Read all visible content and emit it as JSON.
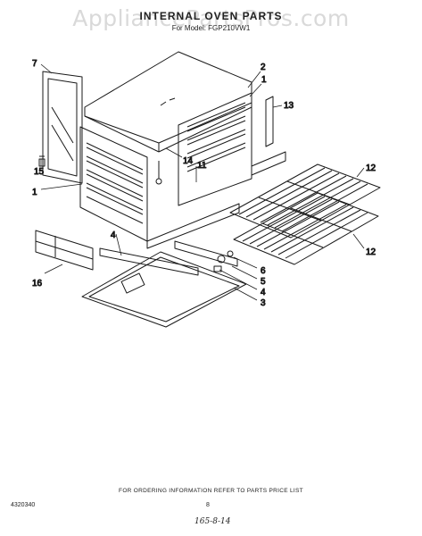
{
  "watermark": "AppliancePartsPros.com",
  "header": {
    "title": "INTERNAL OVEN PARTS",
    "subtitle": "For Model: FGP210VW1"
  },
  "callouts": [
    "7",
    "2",
    "1",
    "13",
    "14",
    "11",
    "15",
    "1",
    "12",
    "12",
    "4",
    "16",
    "6",
    "5",
    "4",
    "3"
  ],
  "footer": {
    "ordering_info": "FOR ORDERING INFORMATION REFER TO PARTS PRICE LIST",
    "doc_number": "4320340",
    "page_number": "8",
    "handwritten": "165-8-14"
  }
}
